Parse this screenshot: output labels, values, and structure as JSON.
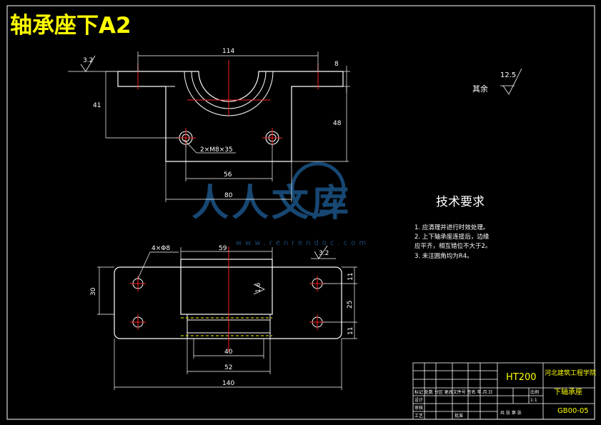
{
  "title": "轴承座下A2",
  "watermark": {
    "text": "人人文库",
    "url_text": "www.renrendoc.com",
    "color": "#1f5f99"
  },
  "colors": {
    "outline": "#ffffff",
    "centerline": "#ff2020",
    "title": "#ffff00",
    "dim": "#ffffff",
    "hidden": "#ffff00"
  },
  "top_view": {
    "dims": {
      "width_total": "114",
      "flange_thickness": "8",
      "height_left": "41",
      "height_right": "48",
      "bolt_spacing": "56",
      "base_width": "80",
      "thread_note": "2×M8×35",
      "roughness": "3.2"
    }
  },
  "bottom_view": {
    "dims": {
      "holes": "4×Φ8",
      "slot_width": "59",
      "roughness": "3.2",
      "depth_label": "1.6",
      "depth": "30",
      "right_top": "11",
      "right_mid": "25",
      "right_bot": "11",
      "inner_40": "40",
      "inner_52": "52",
      "overall_140": "140"
    }
  },
  "roughness_other": {
    "value": "12.5",
    "label": "其余"
  },
  "tech_requirements": {
    "title": "技术要求",
    "items": [
      "1.  应清理并进行时效处理。",
      "2.  上下轴承座连接后，边缘",
      "     应平齐，相互错位不大于2。",
      "3.  未注圆角均为R4。"
    ]
  },
  "title_block": {
    "material": "HT200",
    "school": "河北建筑工程学院",
    "part_name": "下轴承座",
    "drawing_no": "GB00-05",
    "scale_label": "比例",
    "scale": "1:1",
    "sheet_label": "共  张  第  张",
    "rows": [
      "标记 处数 分区 更改文件号 签名 年.月.日",
      "设计",
      "审核",
      "工艺",
      "批准"
    ]
  }
}
